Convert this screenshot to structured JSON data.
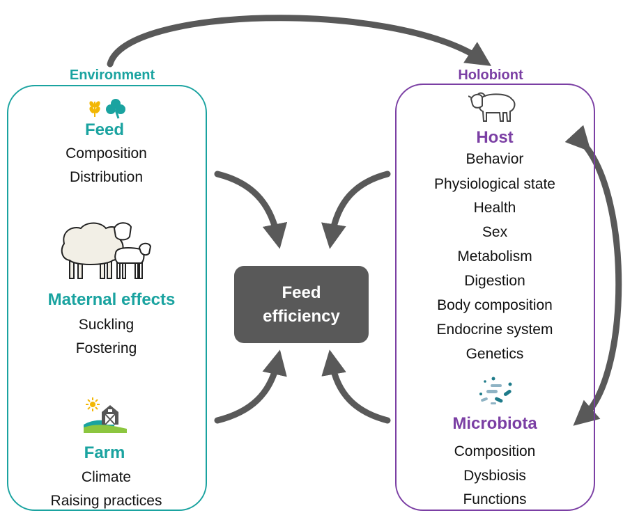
{
  "environment": {
    "label": "Environment",
    "feed": {
      "heading": "Feed",
      "items": [
        "Composition",
        "Distribution"
      ]
    },
    "maternal": {
      "heading": "Maternal effects",
      "items": [
        "Suckling",
        "Fostering"
      ]
    },
    "farm": {
      "heading": "Farm",
      "items": [
        "Climate",
        "Raising practices"
      ]
    }
  },
  "holobiont": {
    "label": "Holobiont",
    "host": {
      "heading": "Host",
      "items": [
        "Behavior",
        "Physiological state",
        "Health",
        "Sex",
        "Metabolism",
        "Digestion",
        "Body composition",
        "Endocrine system",
        "Genetics"
      ]
    },
    "microbiota": {
      "heading": "Microbiota",
      "items": [
        "Composition",
        "Dysbiosis",
        "Functions"
      ]
    }
  },
  "center": {
    "line1": "Feed",
    "line2": "efficiency"
  },
  "colors": {
    "environment": "#1aa3a0",
    "holobiont": "#7b3fa4",
    "arrow": "#595959",
    "box": "#595959"
  },
  "icons": [
    "wheat-icon",
    "clover-icon",
    "sheep-icon",
    "ewe-and-lamb-icon",
    "barn-icon",
    "sun-icon",
    "bacteria-icon"
  ]
}
